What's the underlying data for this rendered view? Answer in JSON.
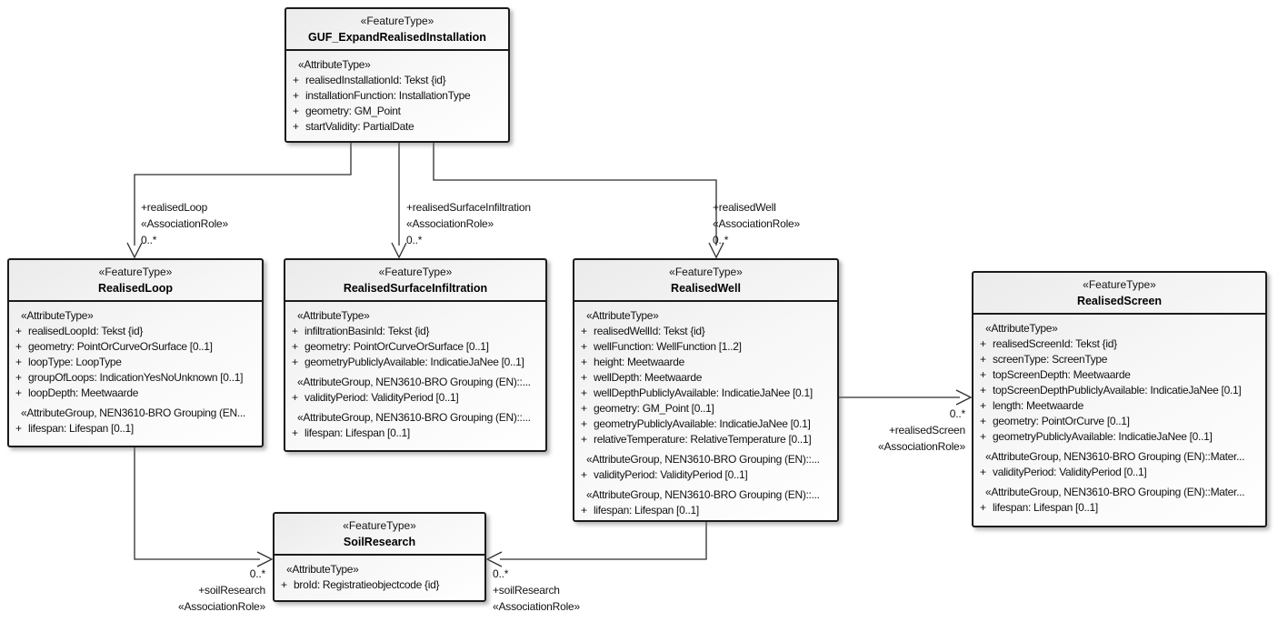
{
  "classes": {
    "guf": {
      "stereotype": "«FeatureType»",
      "name": "GUF_ExpandRealisedInstallation",
      "rows": [
        {
          "kind": "header",
          "text": "«AttributeType»"
        },
        {
          "kind": "attr",
          "vis": "+",
          "text": "realisedInstallationId: Tekst {id}"
        },
        {
          "kind": "attr",
          "vis": "+",
          "text": "installationFunction: InstallationType"
        },
        {
          "kind": "attr",
          "vis": "+",
          "text": "geometry: GM_Point"
        },
        {
          "kind": "attr",
          "vis": "+",
          "text": "startValidity: PartialDate"
        }
      ]
    },
    "realised_loop": {
      "stereotype": "«FeatureType»",
      "name": "RealisedLoop",
      "rows": [
        {
          "kind": "header",
          "text": "«AttributeType»"
        },
        {
          "kind": "attr",
          "vis": "+",
          "text": "realisedLoopId: Tekst {id}"
        },
        {
          "kind": "attr",
          "vis": "+",
          "text": "geometry: PointOrCurveOrSurface [0..1]"
        },
        {
          "kind": "attr",
          "vis": "+",
          "text": "loopType: LoopType"
        },
        {
          "kind": "attr",
          "vis": "+",
          "text": "groupOfLoops: IndicationYesNoUnknown [0..1]"
        },
        {
          "kind": "attr",
          "vis": "+",
          "text": "loopDepth: Meetwaarde"
        },
        {
          "kind": "group",
          "text": "«AttributeGroup, NEN3610-BRO Grouping (EN..."
        },
        {
          "kind": "attr",
          "vis": "+",
          "text": "lifespan: Lifespan [0..1]"
        }
      ]
    },
    "realised_surface_infiltration": {
      "stereotype": "«FeatureType»",
      "name": "RealisedSurfaceInfiltration",
      "rows": [
        {
          "kind": "header",
          "text": "«AttributeType»"
        },
        {
          "kind": "attr",
          "vis": "+",
          "text": "infiltrationBasinId: Tekst {id}"
        },
        {
          "kind": "attr",
          "vis": "+",
          "text": "geometry: PointOrCurveOrSurface [0..1]"
        },
        {
          "kind": "attr",
          "vis": "+",
          "text": "geometryPubliclyAvailable: IndicatieJaNee [0..1]"
        },
        {
          "kind": "group",
          "text": "«AttributeGroup, NEN3610-BRO Grouping (EN)::..."
        },
        {
          "kind": "attr",
          "vis": "+",
          "text": "validityPeriod: ValidityPeriod [0..1]"
        },
        {
          "kind": "group",
          "text": "«AttributeGroup, NEN3610-BRO Grouping (EN)::..."
        },
        {
          "kind": "attr",
          "vis": "+",
          "text": "lifespan: Lifespan [0..1]"
        }
      ]
    },
    "realised_well": {
      "stereotype": "«FeatureType»",
      "name": "RealisedWell",
      "rows": [
        {
          "kind": "header",
          "text": "«AttributeType»"
        },
        {
          "kind": "attr",
          "vis": "+",
          "text": "realisedWellId: Tekst {id}"
        },
        {
          "kind": "attr",
          "vis": "+",
          "text": "wellFunction: WellFunction [1..2]"
        },
        {
          "kind": "attr",
          "vis": "+",
          "text": "height: Meetwaarde"
        },
        {
          "kind": "attr",
          "vis": "+",
          "text": "wellDepth: Meetwaarde"
        },
        {
          "kind": "attr",
          "vis": "+",
          "text": "wellDepthPubliclyAvailable: IndicatieJaNee [0.1]"
        },
        {
          "kind": "attr",
          "vis": "+",
          "text": "geometry: GM_Point [0..1]"
        },
        {
          "kind": "attr",
          "vis": "+",
          "text": "geometryPubliclyAvailable: IndicatieJaNee [0.1]"
        },
        {
          "kind": "attr",
          "vis": "+",
          "text": "relativeTemperature: RelativeTemperature [0..1]"
        },
        {
          "kind": "group",
          "text": "«AttributeGroup, NEN3610-BRO Grouping (EN)::..."
        },
        {
          "kind": "attr",
          "vis": "+",
          "text": "validityPeriod: ValidityPeriod [0..1]"
        },
        {
          "kind": "group",
          "text": "«AttributeGroup, NEN3610-BRO Grouping (EN)::..."
        },
        {
          "kind": "attr",
          "vis": "+",
          "text": "lifespan: Lifespan [0..1]"
        }
      ]
    },
    "realised_screen": {
      "stereotype": "«FeatureType»",
      "name": "RealisedScreen",
      "rows": [
        {
          "kind": "header",
          "text": "«AttributeType»"
        },
        {
          "kind": "attr",
          "vis": "+",
          "text": "realisedScreenId: Tekst {id}"
        },
        {
          "kind": "attr",
          "vis": "+",
          "text": "screenType: ScreenType"
        },
        {
          "kind": "attr",
          "vis": "+",
          "text": "topScreenDepth: Meetwaarde"
        },
        {
          "kind": "attr",
          "vis": "+",
          "text": "topScreenDepthPubliclyAvailable: IndicatieJaNee [0.1]"
        },
        {
          "kind": "attr",
          "vis": "+",
          "text": "length: Meetwaarde"
        },
        {
          "kind": "attr",
          "vis": "+",
          "text": "geometry: PointOrCurve [0..1]"
        },
        {
          "kind": "attr",
          "vis": "+",
          "text": "geometryPubliclyAvailable: IndicatieJaNee [0..1]"
        },
        {
          "kind": "group",
          "text": "«AttributeGroup, NEN3610-BRO Grouping (EN)::Mater..."
        },
        {
          "kind": "attr",
          "vis": "+",
          "text": "validityPeriod: ValidityPeriod [0..1]"
        },
        {
          "kind": "group",
          "text": "«AttributeGroup, NEN3610-BRO Grouping (EN)::Mater..."
        },
        {
          "kind": "attr",
          "vis": "+",
          "text": "lifespan: Lifespan [0..1]"
        }
      ]
    },
    "soil_research": {
      "stereotype": "«FeatureType»",
      "name": "SoilResearch",
      "rows": [
        {
          "kind": "header",
          "text": "«AttributeType»"
        },
        {
          "kind": "attr",
          "vis": "+",
          "text": "broId: Registratieobjectcode {id}"
        }
      ]
    }
  },
  "associations": {
    "realised_loop": {
      "role": "+realisedLoop",
      "stereotype": "«AssociationRole»",
      "multiplicity": "0..*"
    },
    "realised_surface_infiltration": {
      "role": "+realisedSurfaceInfiltration",
      "stereotype": "«AssociationRole»",
      "multiplicity": "0..*"
    },
    "realised_well": {
      "role": "+realisedWell",
      "stereotype": "«AssociationRole»",
      "multiplicity": "0..*"
    },
    "realised_screen": {
      "multiplicity": "0..*",
      "role": "+realisedScreen",
      "stereotype": "«AssociationRole»"
    },
    "soil_research_from_loop": {
      "multiplicity": "0..*",
      "role": "+soilResearch",
      "stereotype": "«AssociationRole»"
    },
    "soil_research_from_well": {
      "multiplicity": "0..*",
      "role": "+soilResearch",
      "stereotype": "«AssociationRole»"
    }
  },
  "colors": {
    "background": "#ffffff",
    "box_border": "#1b1b1b",
    "box_fill_start": "#ebebeb",
    "box_fill_end": "#ffffff",
    "connector": "#2e2e2e",
    "text": "#111111"
  }
}
